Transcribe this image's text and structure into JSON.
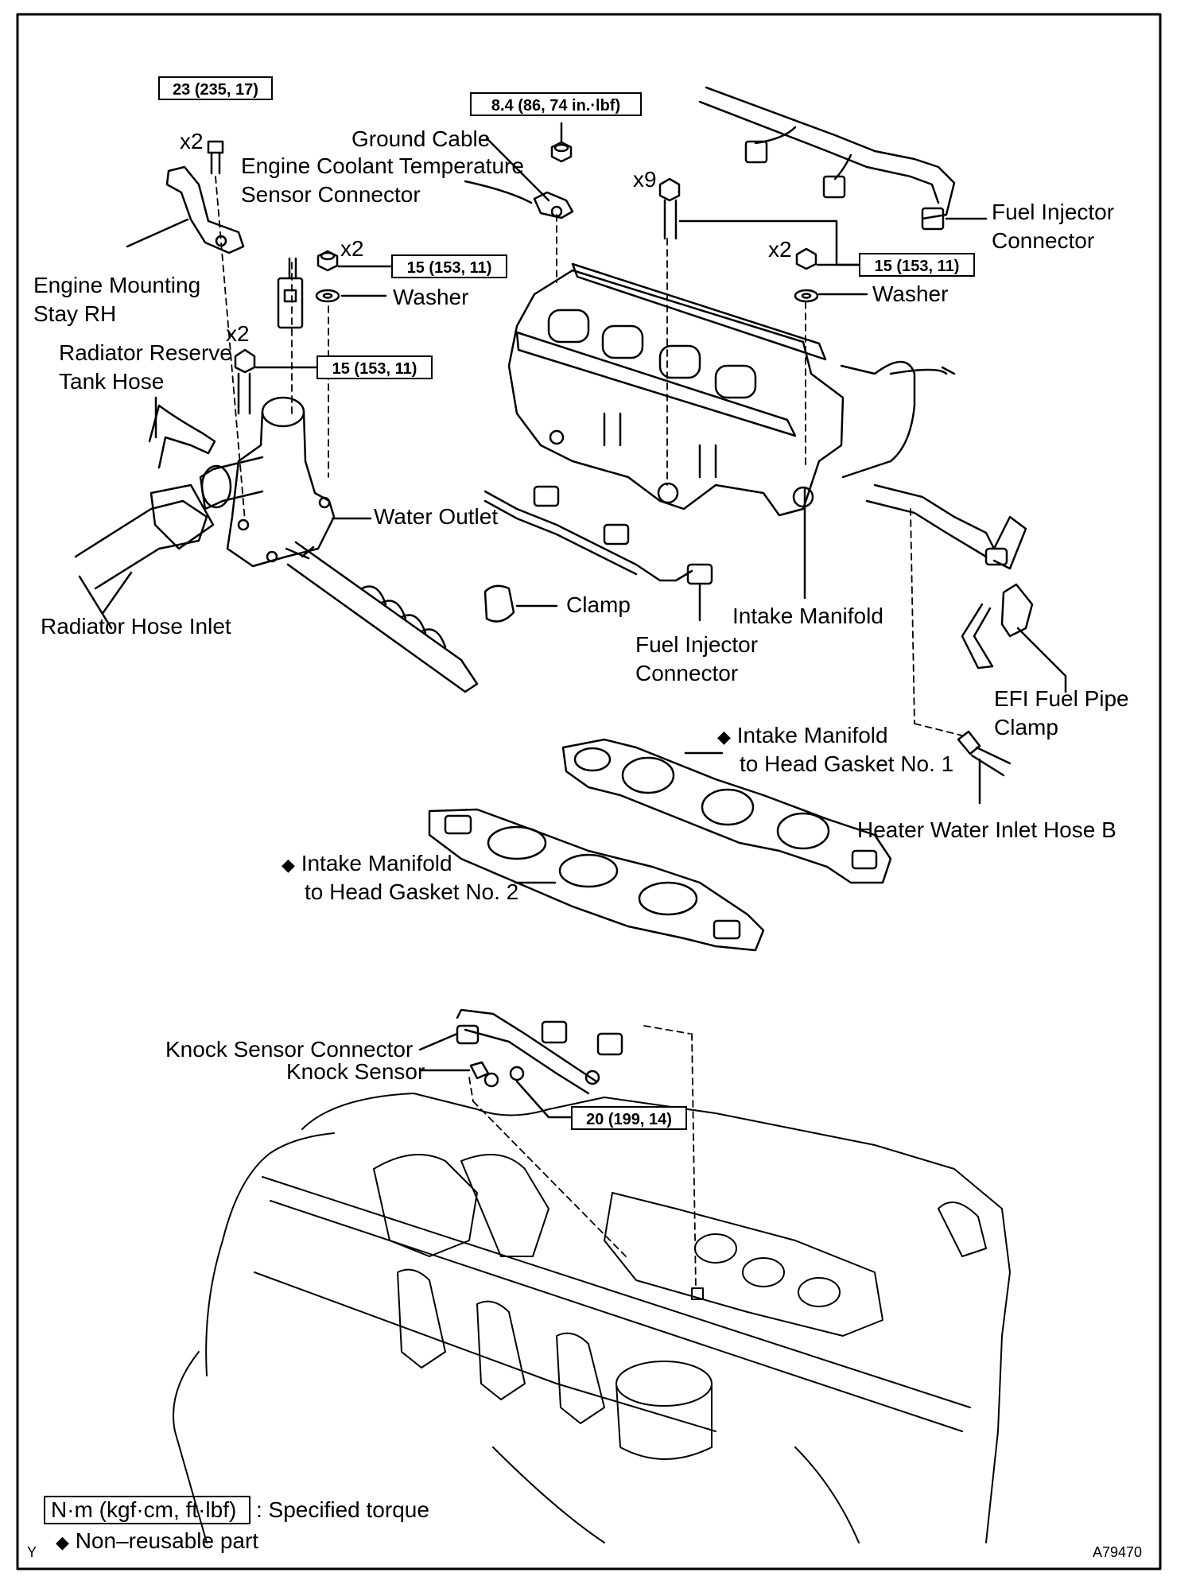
{
  "figure_id": "A79470",
  "corner_mark": "Y",
  "torques": {
    "t1": "23 (235, 17)",
    "t2": "8.4 (86, 74 in.·lbf)",
    "t3": "15 (153, 11)",
    "t4": "15 (153, 11)",
    "t5": "15 (153, 11)",
    "t6": "20 (199, 14)"
  },
  "counts": {
    "c1": "x2",
    "c2": "x2",
    "c3": "x2",
    "c4": "x9",
    "c5": "x2"
  },
  "labels": {
    "ground_cable": "Ground Cable",
    "ect_connector_1": "Engine Coolant Temperature",
    "ect_connector_2": "Sensor Connector",
    "fuel_injector_connector_top_1": "Fuel Injector",
    "fuel_injector_connector_top_2": "Connector",
    "engine_mounting_stay_1": "Engine Mounting",
    "engine_mounting_stay_2": "Stay RH",
    "washer_left": "Washer",
    "washer_right": "Washer",
    "radiator_reserve_1": "Radiator Reserve",
    "radiator_reserve_2": "Tank Hose",
    "water_outlet": "Water Outlet",
    "radiator_hose_inlet": "Radiator Hose Inlet",
    "clamp": "Clamp",
    "intake_manifold": "Intake Manifold",
    "fuel_injector_connector_mid_1": "Fuel Injector",
    "fuel_injector_connector_mid_2": "Connector",
    "efi_clamp_1": "EFI Fuel Pipe",
    "efi_clamp_2": "Clamp",
    "gasket1_1": "Intake Manifold",
    "gasket1_2": "to Head Gasket No. 1",
    "heater_hose": "Heater Water Inlet Hose B",
    "gasket2_1": "Intake Manifold",
    "gasket2_2": "to Head Gasket No. 2",
    "knock_connector": "Knock Sensor Connector",
    "knock_sensor": "Knock Sensor"
  },
  "legend": {
    "torque_units": "N·m (kgf·cm, ft·lbf)",
    "torque_desc": ": Specified torque",
    "nonreusable_mark": "◆",
    "nonreusable_desc": "Non–reusable part"
  }
}
